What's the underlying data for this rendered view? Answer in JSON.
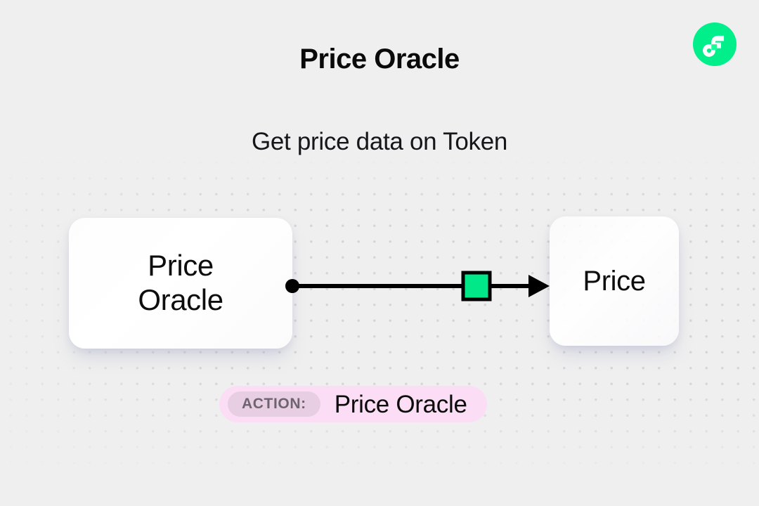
{
  "header": {
    "title": "Price Oracle",
    "subtitle": "Get price data on Token",
    "logo_icon": "flow-logo-icon",
    "logo_color": "#00ef8b"
  },
  "diagram": {
    "source_node": {
      "label_line1": "Price",
      "label_line2": "Oracle"
    },
    "target_node": {
      "label": "Price"
    },
    "connector": {
      "start_dot_icon": "connection-dot-icon",
      "start_dot_color": "#000000",
      "line_color": "#000000",
      "midpoint_marker_icon": "green-square-marker-icon",
      "midpoint_fill_color": "#00e887",
      "midpoint_border_color": "#000000",
      "arrow_head_icon": "arrow-right-icon"
    }
  },
  "action_badge": {
    "tag_label": "ACTION:",
    "value": "Price Oracle",
    "background_color": "#fbdef5",
    "tag_background_color": "#e7cee2",
    "tag_text_color": "#6e6470"
  },
  "canvas": {
    "background_color": "#efefef",
    "dot_color": "#d6d6d6"
  }
}
